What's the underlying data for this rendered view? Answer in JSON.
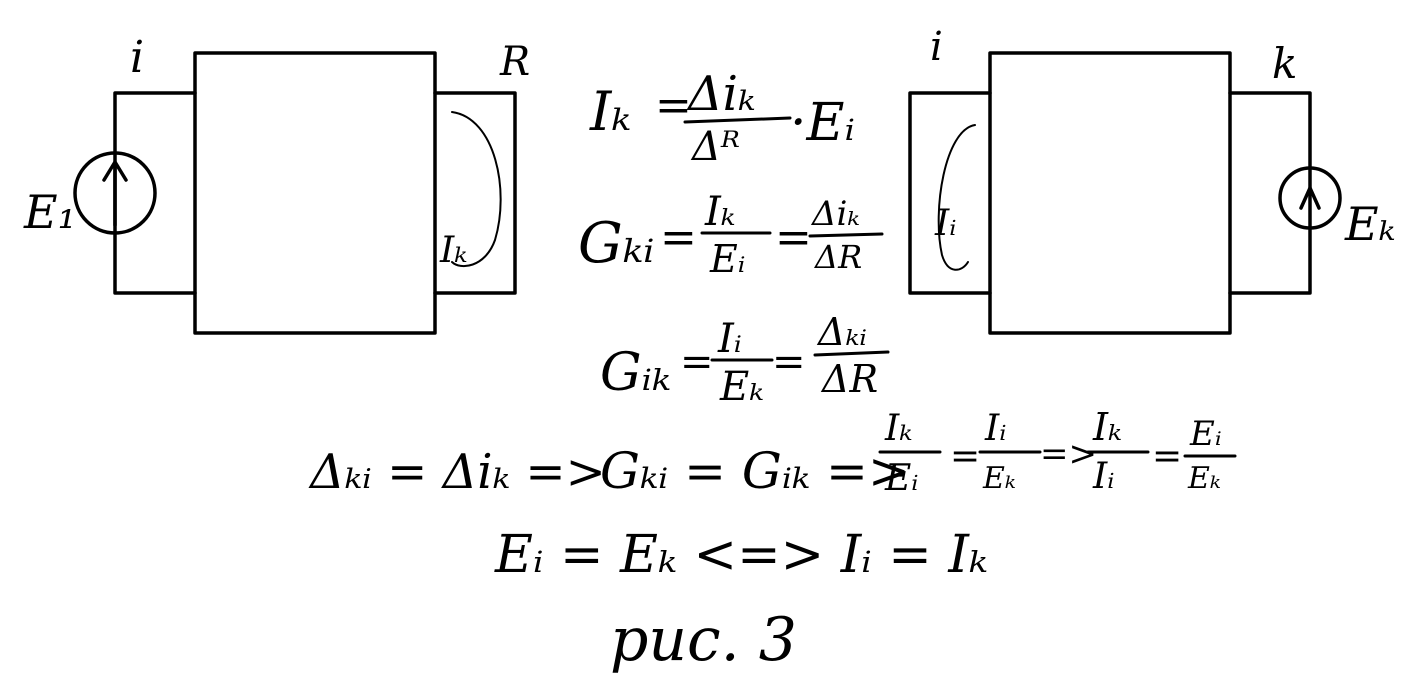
{
  "left_circuit": {
    "port_i_label": "i",
    "port_k_label": "R",
    "source_label": "E₁",
    "current_label": "Iₖ"
  },
  "right_circuit": {
    "port_i_label": "i",
    "port_k_label": "k",
    "source_label": "Eₖ",
    "current_label": "Iᵢ"
  },
  "equations": {
    "eq1": {
      "lhs": "Iₖ",
      "num": "Δiₖ",
      "den": "Δᴿ",
      "tail": "·Eᵢ"
    },
    "eq2": {
      "lhs": "Gₖᵢ",
      "num1": "Iₖ",
      "den1": "Eᵢ",
      "num2": "Δiₖ",
      "den2": "ΔR"
    },
    "eq3": {
      "lhs": "Gᵢₖ",
      "num1": "Iᵢ",
      "den1": "Eₖ",
      "num2": "Δₖᵢ",
      "den2": "ΔR"
    },
    "eq4": {
      "part1": "Δₖᵢ = Δiₖ =>",
      "part2": "Gₖᵢ = Gᵢₖ =>",
      "f1_num": "Iₖ",
      "f1_den": "Eᵢ",
      "f2_num": "Iᵢ",
      "f2_den": "Eₖ",
      "arrow": "=>",
      "f3_num": "Iₖ",
      "f3_den": "Iᵢ",
      "f4_num": "Eᵢ",
      "f4_den": "Eₖ"
    },
    "eq5": "Eᵢ = Eₖ <=> Iᵢ = Iₖ"
  },
  "caption": "рис. 3"
}
